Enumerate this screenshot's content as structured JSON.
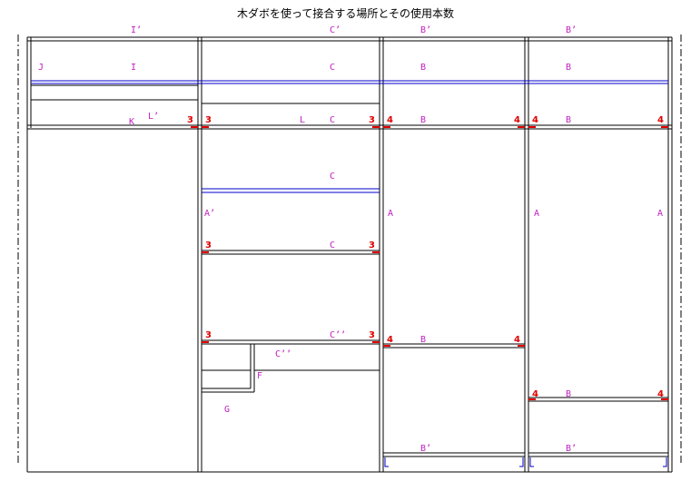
{
  "title": "木ダボを使って接合する場所とその使用本数",
  "part_labels": {
    "top_I_prime": "I’",
    "top_C_prime": "C’",
    "top_B_prime_1": "B’",
    "top_B_prime_2": "B’",
    "J": "J",
    "I": "I",
    "row2_C": "C",
    "row2_B_1": "B",
    "row2_B_2": "B",
    "K": "K",
    "L_prime": "L’",
    "L": "L",
    "row3_C": "C",
    "row3_B_1": "B",
    "row3_B_2": "B",
    "mid_C": "C",
    "A_prime": "A’",
    "A_1": "A",
    "A_2": "A",
    "lower_C": "C",
    "C_double_prime_1": "C’’",
    "lower_B": "B",
    "C_double_prime_2": "C’’",
    "F": "F",
    "G": "G",
    "right_low_B": "B",
    "bottom_B_prime_1": "B’",
    "bottom_B_prime_2": "B’"
  },
  "dowel_counts": {
    "n1": "3",
    "n2": "3",
    "n3": "3",
    "n4": "4",
    "n5": "4",
    "n6": "4",
    "n7": "4",
    "n8": "3",
    "n9": "3",
    "n10": "3",
    "n11": "3",
    "n12": "4",
    "n13": "4",
    "n14": "4",
    "n15": "4"
  },
  "colors": {
    "panel_line": "#000000",
    "shelf_blue": "#0000cc",
    "label_magenta": "#c020c0",
    "dowel_red": "#e00000",
    "dash_line": "#000000"
  }
}
